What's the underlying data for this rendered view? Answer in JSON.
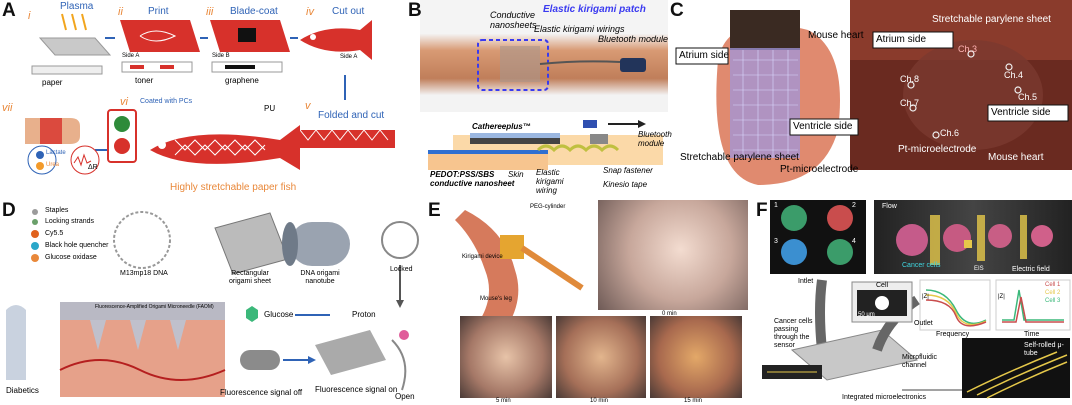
{
  "panel_labels": {
    "a": "A",
    "b": "B",
    "c": "C",
    "d": "D",
    "e": "E",
    "f": "F"
  },
  "panel_a": {
    "plasma": "Plasma",
    "steps": {
      "i": "i",
      "ii": "ii",
      "iii": "iii",
      "iv": "iv",
      "v": "v",
      "vi": "vi",
      "vii": "vii"
    },
    "titles": {
      "print": "Print",
      "blade": "Blade-coat",
      "cut": "Cut out",
      "folded": "Folded and cut"
    },
    "side_a": "Side A",
    "side_b": "Side B",
    "side_a2": "Side A",
    "legend": {
      "paper": "paper",
      "toner": "toner",
      "graphene": "graphene",
      "pu": "PU"
    },
    "coated": "Coated with PCs",
    "lactate": "Lactate",
    "urea": "Urea",
    "dr": "ΔR",
    "fish": "Highly stretchable paper fish"
  },
  "panel_b": {
    "conductive": "Conductive nanosheets",
    "patch": "Elastic kirigami patch",
    "wirings": "Elastic kirigami wirings",
    "bt": "Bluetooth module",
    "cathereeplus": "Cathereeplus™",
    "pedot": "PEDOT:PSS/SBS conductive nanosheet",
    "skin": "Skin",
    "ekw": "Elastic kirigami wiring",
    "snap": "Snap fastener",
    "kinesio": "Kinesio tape",
    "bt2": "Bluetooth module"
  },
  "panel_c": {
    "atrium": "Atrium side",
    "mouse_heart": "Mouse heart",
    "ventricle": "Ventricle side",
    "sps": "Stretchable parylene sheet",
    "pt": "Pt-microelectrode",
    "stretchable2": "Stretchable parylene sheet",
    "atrium2": "Atrium side",
    "ch3": "Ch.3",
    "ch4": "Ch.4",
    "ch5": "Ch.5",
    "ch6": "Ch.6",
    "ch7": "Ch.7",
    "ch8": "Ch.8",
    "ventricle2": "Ventricle side",
    "pt2": "Pt-microelectrode",
    "mouse_heart2": "Mouse heart"
  },
  "panel_d": {
    "legend": {
      "staples": "Staples",
      "locking": "Locking strands",
      "cy": "Cy5.5",
      "bhq": "Black hole quencher",
      "gox": "Glucose oxidase"
    },
    "m13": "M13mp18 DNA",
    "rect": "Rectangular origami sheet",
    "tube": "DNA origami nanotube",
    "locked": "Locked",
    "faom": "Fluorescence-Amplified Origami Microneedle (FAOM)",
    "glucose": "Glucose",
    "proton": "Proton",
    "diabetics": "Diabetics",
    "off": "Fluorescence signal off",
    "on": "Fluorescence signal on",
    "open": "Open"
  },
  "panel_e": {
    "peg": "PEG-cylinder",
    "kirigami": "Kirigami device",
    "leg": "Mouse's leg",
    "t0": "0 min",
    "t5": "5 min",
    "t10": "10 min",
    "t15": "15 min"
  },
  "panel_f": {
    "flow": "Flow",
    "q": [
      "1",
      "2",
      "3",
      "4"
    ],
    "cancer": "Cancer cells",
    "eis": "EIS",
    "efield": "Electric field",
    "z": "|Z|",
    "freq": "Frequency",
    "time": "Time",
    "cells": [
      "Cell 1",
      "Cell 2",
      "Cell 3"
    ],
    "inlet": "Intlet",
    "cell": "Cell",
    "scale": "50 μm",
    "passing": "Cancer cells passing through the sensor",
    "outlet": "Outlet",
    "channel": "Microfluidic channel",
    "integrated": "Integrated microelectronics",
    "utube": "Self-rolled μ-tube"
  },
  "colors": {
    "red": "#d7312b",
    "blue": "#2f63b6",
    "orange": "#e9883a",
    "skin": "#e8b08c"
  }
}
